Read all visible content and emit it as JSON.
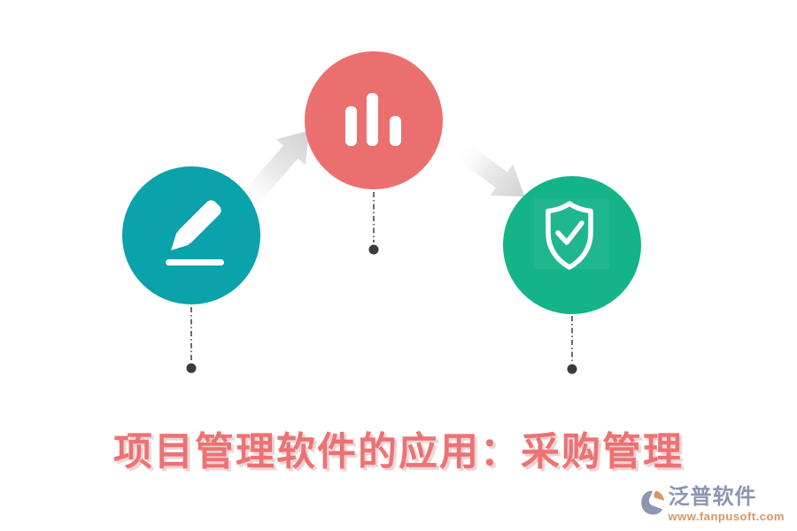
{
  "title": {
    "text": "项目管理软件的应用：采购管理",
    "color": "#ec7274"
  },
  "flow": {
    "steps": [
      {
        "name": "edit-step",
        "icon": "pencil-icon",
        "color": "#0aa2ab"
      },
      {
        "name": "analytics-step",
        "icon": "bar-chart-icon",
        "color": "#ec6f70"
      },
      {
        "name": "assurance-step",
        "icon": "shield-check-icon",
        "color": "#15b488"
      }
    ],
    "icon_color": "#ffffff",
    "arrow_color": "#cfcfcf",
    "connector_color": "#2e2e2e",
    "dot_color": "#3b3b3b"
  },
  "watermark": {
    "brand": "泛普软件",
    "url": "www.fanpusoft.com",
    "brand_color": "#8a96b2",
    "url_color": "#e0945f"
  }
}
